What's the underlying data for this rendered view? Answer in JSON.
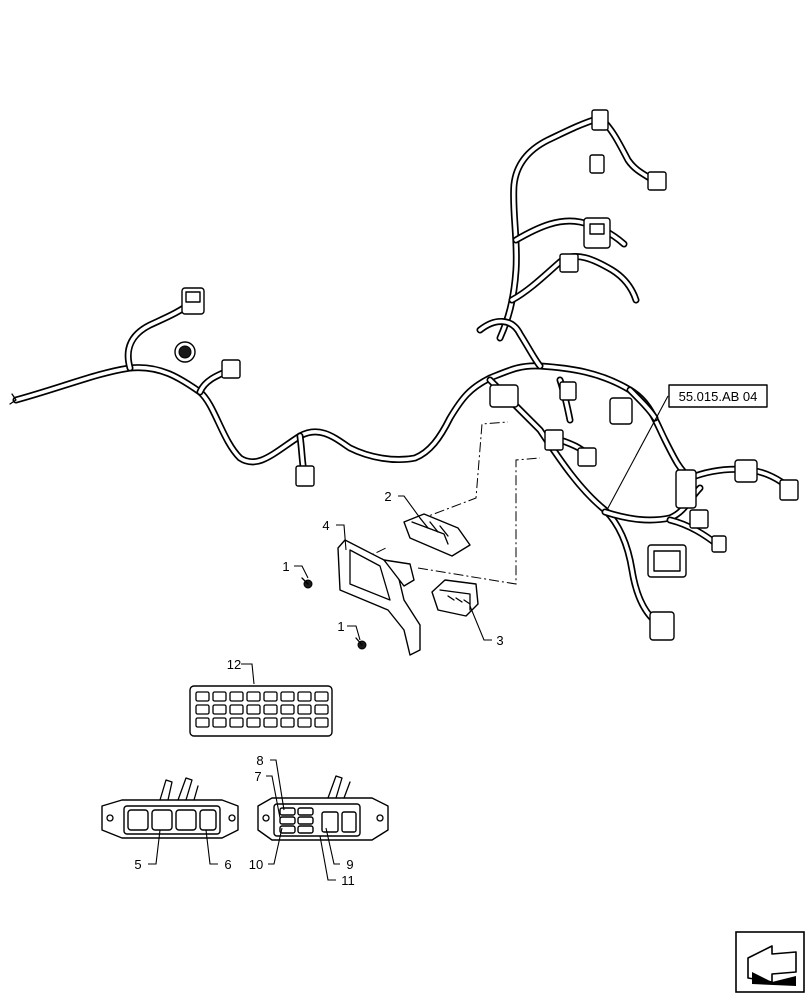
{
  "reference": {
    "label": "55.015.AB 04"
  },
  "callouts": [
    {
      "id": "c1a",
      "label": "1"
    },
    {
      "id": "c1b",
      "label": "1"
    },
    {
      "id": "c2",
      "label": "2"
    },
    {
      "id": "c3",
      "label": "3"
    },
    {
      "id": "c4",
      "label": "4"
    },
    {
      "id": "c5",
      "label": "5"
    },
    {
      "id": "c6",
      "label": "6"
    },
    {
      "id": "c7",
      "label": "7"
    },
    {
      "id": "c8",
      "label": "8"
    },
    {
      "id": "c9",
      "label": "9"
    },
    {
      "id": "c10",
      "label": "10"
    },
    {
      "id": "c11",
      "label": "11"
    },
    {
      "id": "c12",
      "label": "12"
    }
  ]
}
